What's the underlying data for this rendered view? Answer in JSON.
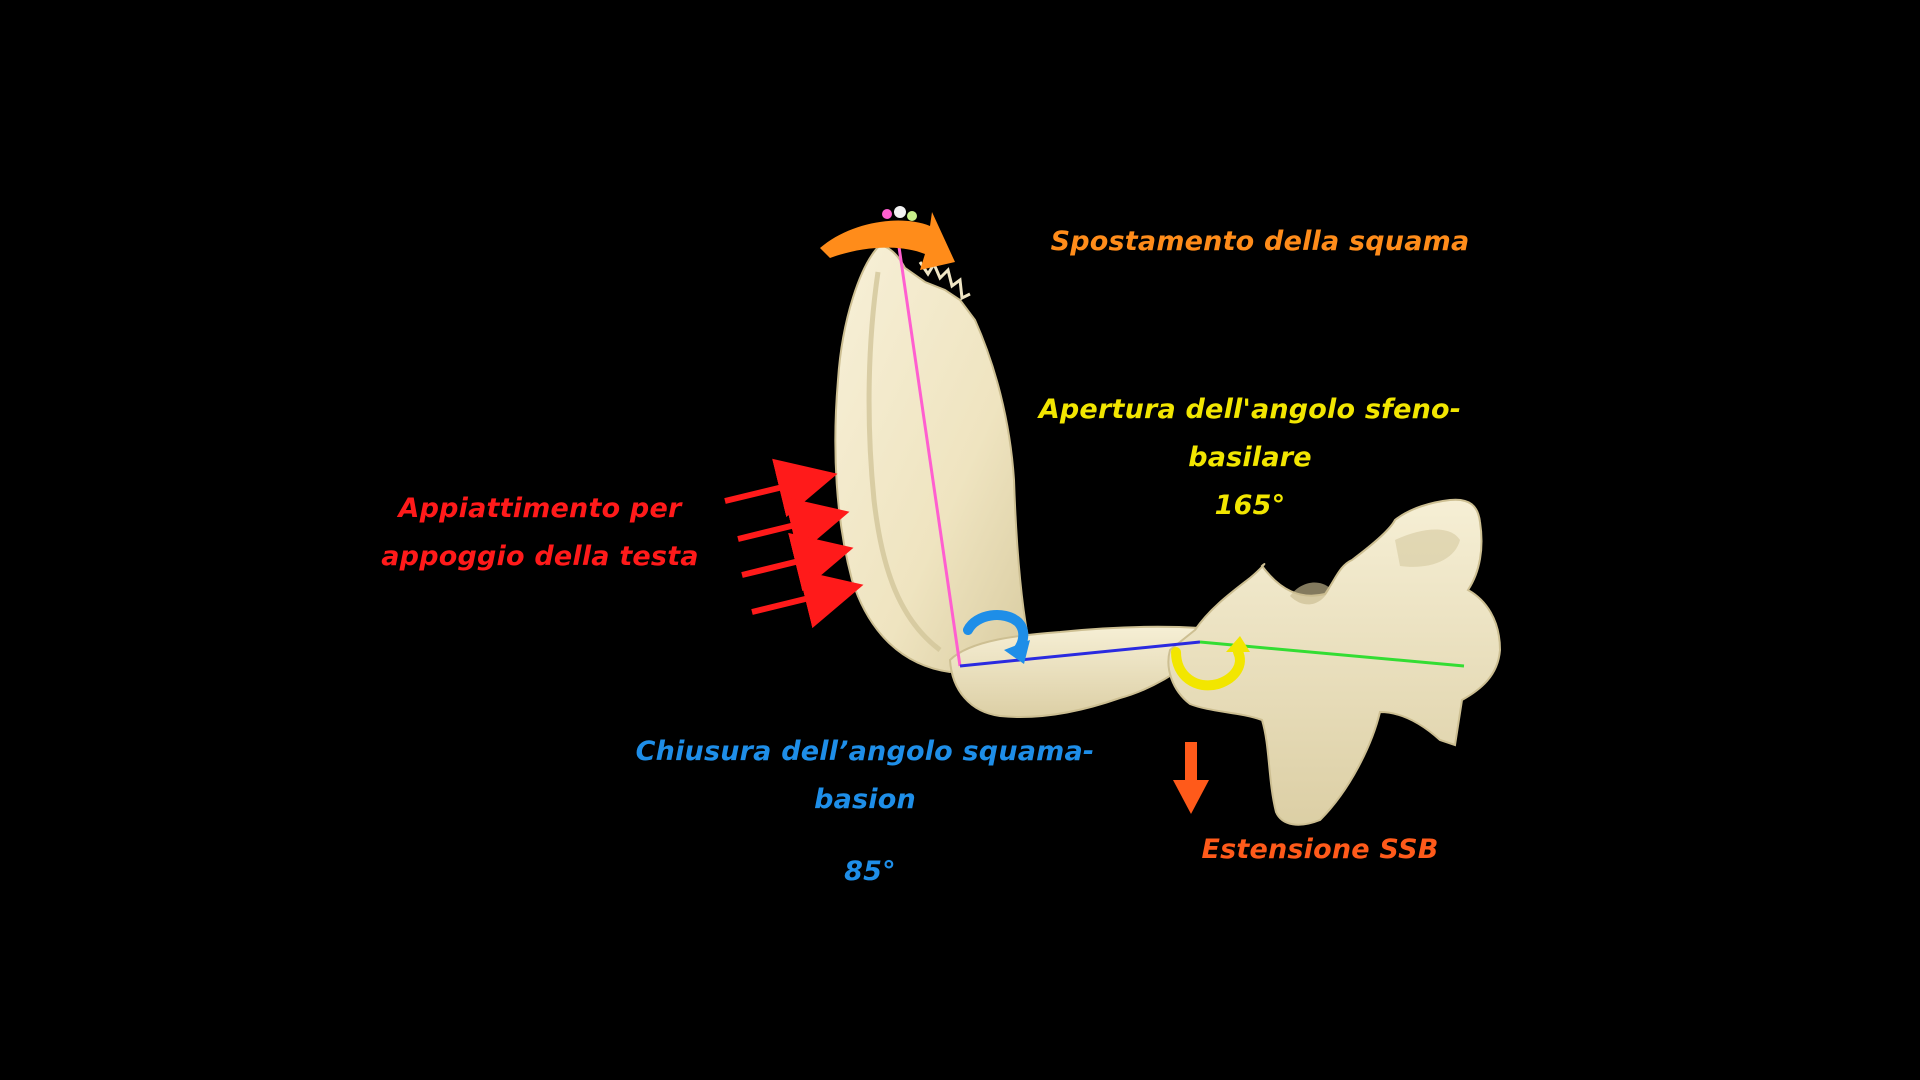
{
  "labels": {
    "spostamento": "Spostamento della squama",
    "apertura_line1": "Apertura dell'angolo sfeno-",
    "apertura_line2": "basilare",
    "apertura_angle": "165°",
    "appiattimento_line1": "Appiattimento per",
    "appiattimento_line2": "appoggio della testa",
    "chiusura_line1": "Chiusura dell’angolo squama-",
    "chiusura_line2": "basion",
    "chiusura_angle": "85°",
    "estensione": "Estensione SSB"
  },
  "colors": {
    "background": "#000000",
    "bone": "#f1e8c8",
    "bone_shadow": "#cbbf95",
    "spostamento": "#ff8c1a",
    "apertura": "#f2e600",
    "appiattimento": "#ff1a1a",
    "chiusura": "#1e8ee8",
    "estensione": "#ff5a1a",
    "squama_axis": "#ff5fd0",
    "basion_axis": "#2a2ae0",
    "sphenoid_axis": "#33dd33"
  },
  "icons": {
    "rotation_top": "curved-arrow-right-icon",
    "rotation_blue": "rotate-arrow-icon",
    "rotation_yellow": "rotate-arrow-icon",
    "pressure": "arrow-right-icon",
    "extension": "arrow-down-icon"
  }
}
